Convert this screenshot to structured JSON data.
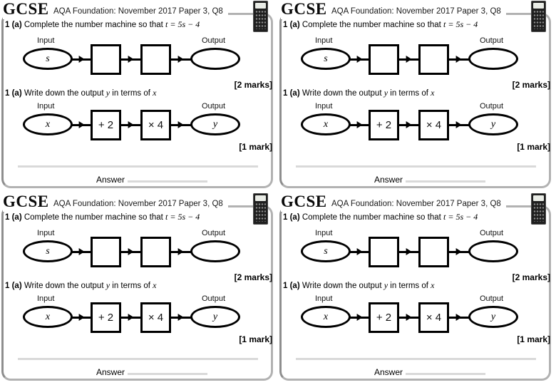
{
  "grid": {
    "rows": 2,
    "cols": 2,
    "slide_count": 4
  },
  "colors": {
    "frame": "#b2b2b2",
    "frame_left": "#8e8e8e",
    "rule": "#d9d9d9",
    "ink": "#000000",
    "background": "#ffffff"
  },
  "icons": {
    "top_right": "calculator-icon"
  },
  "slide": {
    "logo_text": "GCSE",
    "header_title": "AQA Foundation: November 2017 Paper 3, Q8",
    "question1": {
      "number": "1 (a)",
      "text": "Complete the number machine so that",
      "formula": "t = 5s − 4",
      "marks": "[2 marks]"
    },
    "question2": {
      "number": "1 (a)",
      "text_before": "Write down the output",
      "var_y": "y",
      "text_between": "in terms of",
      "var_x": "x",
      "marks": "[1 mark]"
    },
    "machine1": {
      "input_label": "Input",
      "output_label": "Output",
      "input_value": "s",
      "box1_value": "",
      "box2_value": "",
      "output_value": ""
    },
    "machine2": {
      "input_label": "Input",
      "output_label": "Output",
      "input_value": "x",
      "box1_value": "+ 2",
      "box2_value": "× 4",
      "output_value": "y"
    },
    "answer_label": "Answer"
  }
}
